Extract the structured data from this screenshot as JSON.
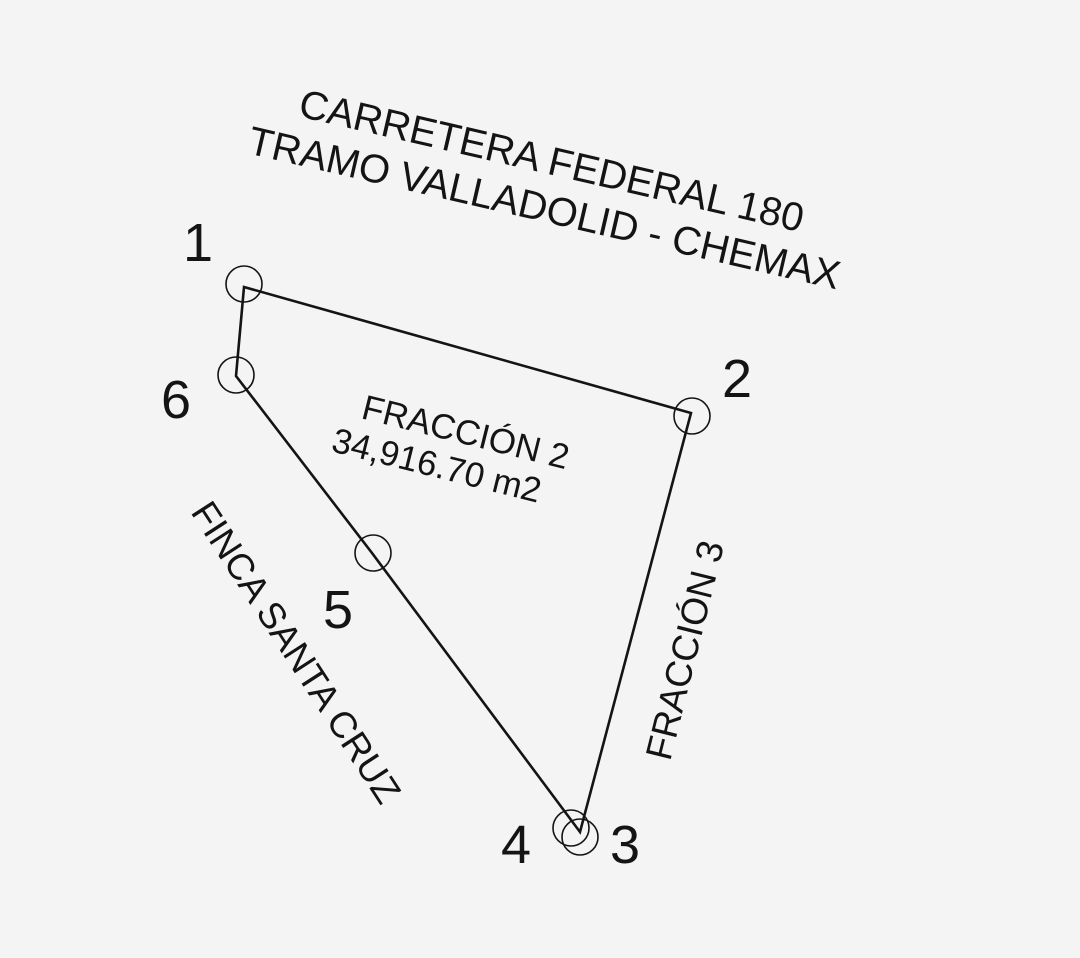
{
  "road": {
    "line1": "CARRETERA FEDERAL 180",
    "line2": "TRAMO VALLADOLID - CHEMAX"
  },
  "parcel": {
    "name": "FRACCIÓN 2",
    "area": "34,916.70 m2"
  },
  "neighbors": {
    "east": "FRACCIÓN 3",
    "west": "FINCA SANTA CRUZ"
  },
  "vertices": [
    {
      "label": "1"
    },
    {
      "label": "2"
    },
    {
      "label": "3"
    },
    {
      "label": "4"
    },
    {
      "label": "5"
    },
    {
      "label": "6"
    }
  ]
}
